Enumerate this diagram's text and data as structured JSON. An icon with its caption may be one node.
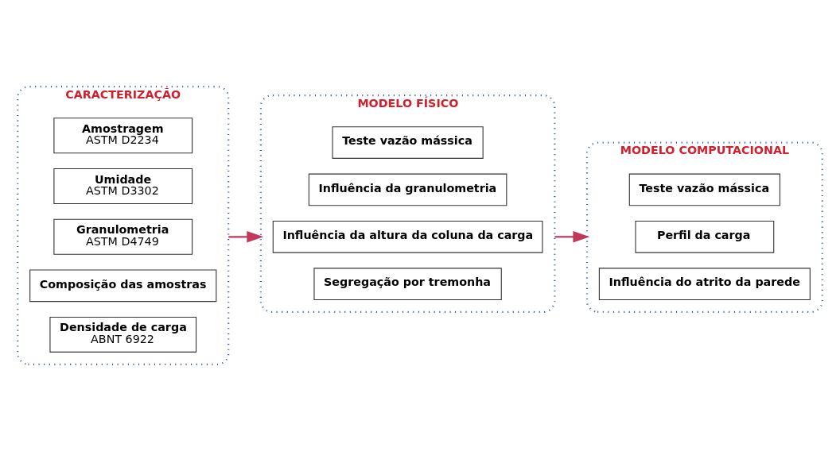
{
  "diagram": {
    "nodes": [
      {
        "text": [
          "CARACTERIZAÇÃO"
        ]
      },
      {
        "text": [
          "Amostragem",
          "ASTM D2234"
        ],
        "in": 0
      },
      {
        "text": [
          "Umidade",
          "ASTM D3302"
        ],
        "in": 0
      },
      {
        "text": [
          "Granulometria",
          "ASTM D4749"
        ],
        "in": 0
      },
      {
        "text": [
          "Composição das amostras"
        ],
        "in": 0
      },
      {
        "text": [
          "Densidade de carga",
          "ABNT 6922"
        ],
        "in": 0
      },
      {
        "text": [
          "MODELO FÍSICO"
        ]
      },
      {
        "text": [
          "Teste vazão mássica"
        ],
        "in": 6
      },
      {
        "text": [
          "Influência da granulometria"
        ],
        "in": 6
      },
      {
        "text": [
          "Influência da altura da coluna da carga"
        ],
        "in": 6
      },
      {
        "text": [
          "Segregação por tremonha"
        ],
        "in": 6
      },
      {
        "text": [
          "MODELO COMPUTACIONAL"
        ]
      },
      {
        "text": [
          "Teste vazão mássica"
        ],
        "in": 11
      },
      {
        "text": [
          "Perfil da carga"
        ],
        "in": 11
      },
      {
        "text": [
          "Influência do atrito da parede"
        ],
        "in": 11
      }
    ],
    "edges": [
      {
        "from": 0,
        "to": 6,
        "arrow": "to",
        "color": "#c0395a"
      },
      {
        "from": 6,
        "to": 11,
        "arrow": "to",
        "color": "#c0395a"
      }
    ]
  }
}
